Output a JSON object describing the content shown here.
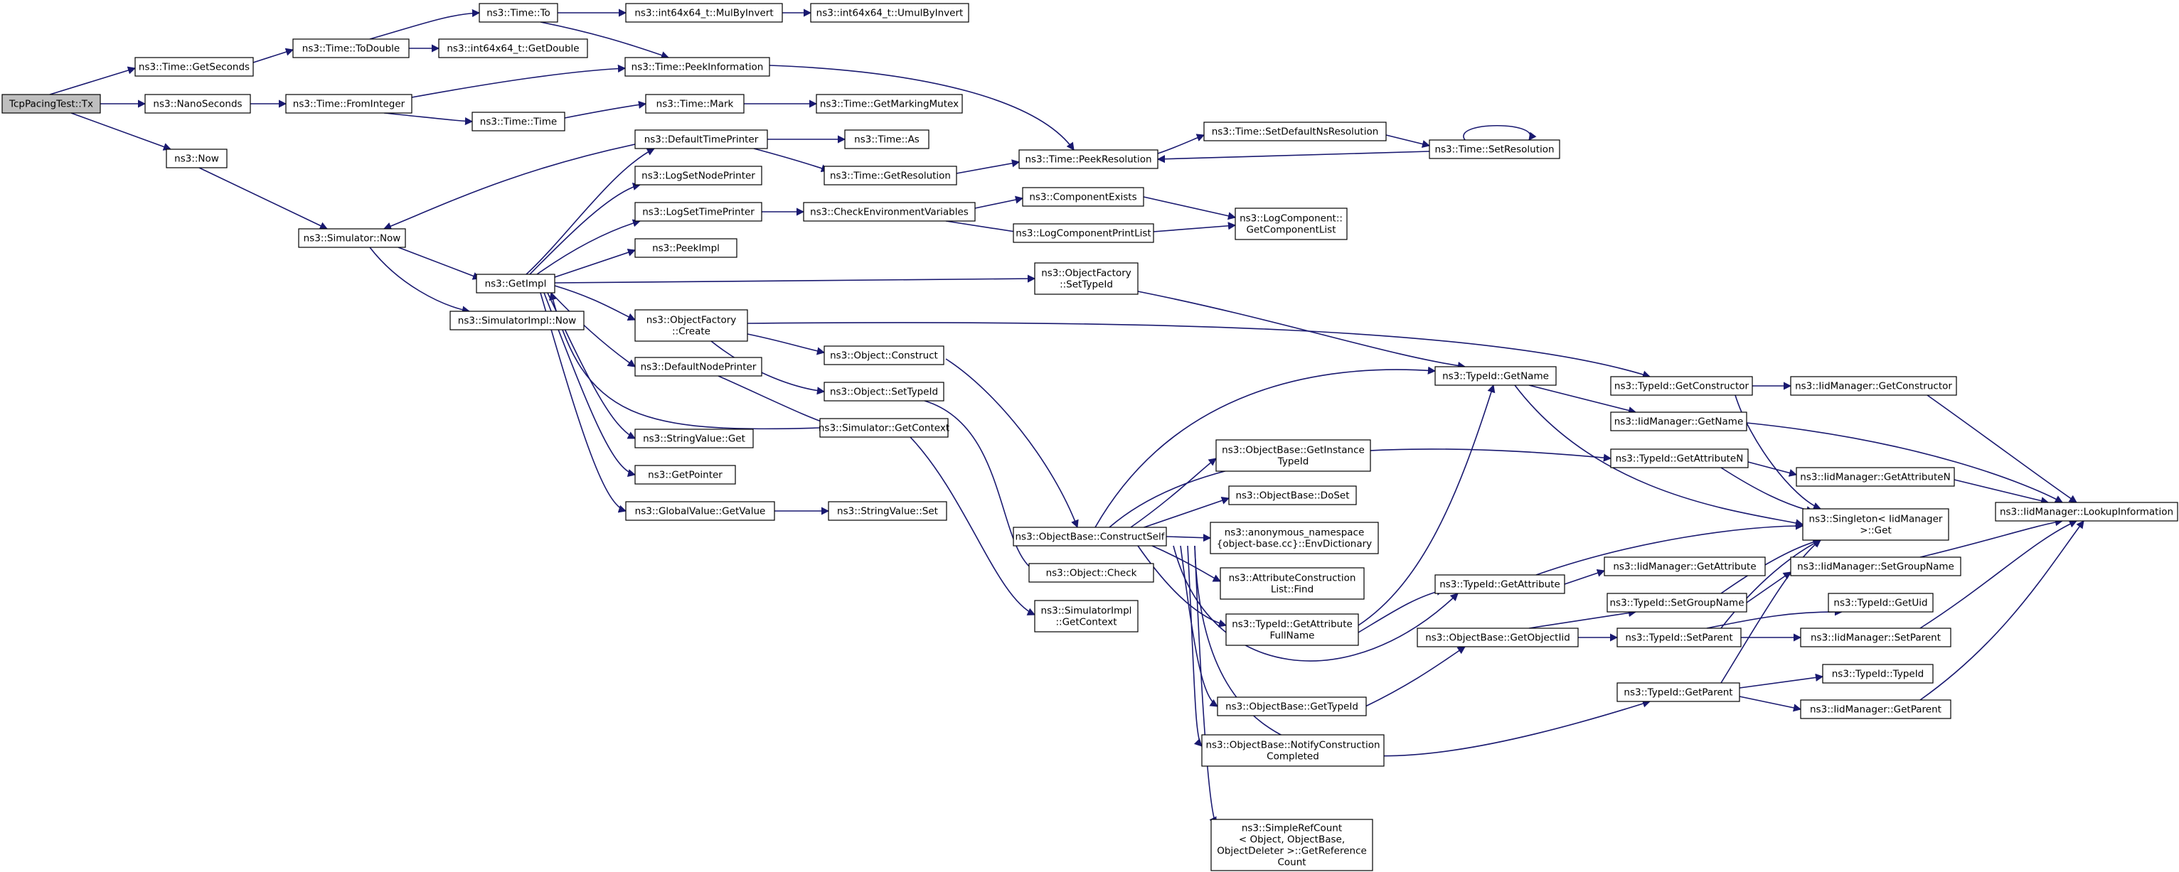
{
  "graph": {
    "title": "",
    "colors": {
      "edge": "#191970",
      "root_fill": "#bfbfbf",
      "node_fill": "#ffffff",
      "node_border": "#000000"
    },
    "nodes": [
      {
        "id": "tx",
        "lines": [
          "TcpPacingTest::Tx"
        ],
        "root": true
      },
      {
        "id": "getseconds",
        "lines": [
          "ns3::Time::GetSeconds"
        ]
      },
      {
        "id": "nanoseconds",
        "lines": [
          "ns3::NanoSeconds"
        ]
      },
      {
        "id": "now",
        "lines": [
          "ns3::Now"
        ]
      },
      {
        "id": "todouble",
        "lines": [
          "ns3::Time::ToDouble"
        ]
      },
      {
        "id": "to",
        "lines": [
          "ns3::Time::To"
        ]
      },
      {
        "id": "getdouble",
        "lines": [
          "ns3::int64x64_t::GetDouble"
        ]
      },
      {
        "id": "mulbyinvert",
        "lines": [
          "ns3::int64x64_t::MulByInvert"
        ]
      },
      {
        "id": "umulbyinvert",
        "lines": [
          "ns3::int64x64_t::UmulByInvert"
        ]
      },
      {
        "id": "peekinformation",
        "lines": [
          "ns3::Time::PeekInformation"
        ]
      },
      {
        "id": "frominteger",
        "lines": [
          "ns3::Time::FromInteger"
        ]
      },
      {
        "id": "timector",
        "lines": [
          "ns3::Time::Time"
        ]
      },
      {
        "id": "mark",
        "lines": [
          "ns3::Time::Mark"
        ]
      },
      {
        "id": "getmarkingmutex",
        "lines": [
          "ns3::Time::GetMarkingMutex"
        ]
      },
      {
        "id": "simnow",
        "lines": [
          "ns3::Simulator::Now"
        ]
      },
      {
        "id": "getimpl",
        "lines": [
          "ns3::GetImpl"
        ]
      },
      {
        "id": "simimplnow",
        "lines": [
          "ns3::SimulatorImpl::Now"
        ]
      },
      {
        "id": "defaulttimeprinter",
        "lines": [
          "ns3::DefaultTimePrinter"
        ]
      },
      {
        "id": "logsetnodeprinter",
        "lines": [
          "ns3::LogSetNodePrinter"
        ]
      },
      {
        "id": "logsettimeprinter",
        "lines": [
          "ns3::LogSetTimePrinter"
        ]
      },
      {
        "id": "peekimpl",
        "lines": [
          "ns3::PeekImpl"
        ]
      },
      {
        "id": "ofcreate",
        "lines": [
          "ns3::ObjectFactory",
          "::Create"
        ]
      },
      {
        "id": "defaultnodeprinter",
        "lines": [
          "ns3::DefaultNodePrinter"
        ]
      },
      {
        "id": "stringvalueget",
        "lines": [
          "ns3::StringValue::Get"
        ]
      },
      {
        "id": "getpointer",
        "lines": [
          "ns3::GetPointer"
        ]
      },
      {
        "id": "globalvalueget",
        "lines": [
          "ns3::GlobalValue::GetValue"
        ]
      },
      {
        "id": "stringvalueset",
        "lines": [
          "ns3::StringValue::Set"
        ]
      },
      {
        "id": "timeas",
        "lines": [
          "ns3::Time::As"
        ]
      },
      {
        "id": "getresolution",
        "lines": [
          "ns3::Time::GetResolution"
        ]
      },
      {
        "id": "checkenv",
        "lines": [
          "ns3::CheckEnvironmentVariables"
        ]
      },
      {
        "id": "objconstruct",
        "lines": [
          "ns3::Object::Construct"
        ]
      },
      {
        "id": "objsettypeid",
        "lines": [
          "ns3::Object::SetTypeId"
        ]
      },
      {
        "id": "simgetcontext",
        "lines": [
          "ns3::Simulator::GetContext"
        ]
      },
      {
        "id": "peekresolution",
        "lines": [
          "ns3::Time::PeekResolution"
        ]
      },
      {
        "id": "setdefaultns",
        "lines": [
          "ns3::Time::SetDefaultNsResolution"
        ]
      },
      {
        "id": "setresolution",
        "lines": [
          "ns3::Time::SetResolution"
        ]
      },
      {
        "id": "componentexists",
        "lines": [
          "ns3::ComponentExists"
        ]
      },
      {
        "id": "logcomponentprintlist",
        "lines": [
          "ns3::LogComponentPrintList"
        ]
      },
      {
        "id": "getcomponentlist",
        "lines": [
          "ns3::LogComponent::",
          "GetComponentList"
        ]
      },
      {
        "id": "ofsettypeid",
        "lines": [
          "ns3::ObjectFactory",
          "::SetTypeId"
        ]
      },
      {
        "id": "constructself",
        "lines": [
          "ns3::ObjectBase::ConstructSelf"
        ]
      },
      {
        "id": "objcheck",
        "lines": [
          "ns3::Object::Check"
        ]
      },
      {
        "id": "simimplgetcontext",
        "lines": [
          "ns3::SimulatorImpl",
          "::GetContext"
        ]
      },
      {
        "id": "getinstancetypeid",
        "lines": [
          "ns3::ObjectBase::GetInstance",
          "TypeId"
        ]
      },
      {
        "id": "doset",
        "lines": [
          "ns3::ObjectBase::DoSet"
        ]
      },
      {
        "id": "envdictionary",
        "lines": [
          "ns3::anonymous_namespace",
          "{object-base.cc}::EnvDictionary"
        ]
      },
      {
        "id": "attrconstructfind",
        "lines": [
          "ns3::AttributeConstruction",
          "List::Find"
        ]
      },
      {
        "id": "getattrfullname",
        "lines": [
          "ns3::TypeId::GetAttribute",
          "FullName"
        ]
      },
      {
        "id": "obgettypeid",
        "lines": [
          "ns3::ObjectBase::GetTypeId"
        ]
      },
      {
        "id": "notifyconstruction",
        "lines": [
          "ns3::ObjectBase::NotifyConstruction",
          "Completed"
        ]
      },
      {
        "id": "getreferencecount",
        "lines": [
          "ns3::SimpleRefCount",
          "< Object, ObjectBase,",
          "ObjectDeleter >::GetReference",
          "Count"
        ]
      },
      {
        "id": "typeidgetname",
        "lines": [
          "ns3::TypeId::GetName"
        ]
      },
      {
        "id": "typeidgetattribute",
        "lines": [
          "ns3::TypeId::GetAttribute"
        ]
      },
      {
        "id": "getobjectiid",
        "lines": [
          "ns3::ObjectBase::GetObjectIid"
        ]
      },
      {
        "id": "getconstructor",
        "lines": [
          "ns3::TypeId::GetConstructor"
        ]
      },
      {
        "id": "iidgetname",
        "lines": [
          "ns3::IidManager::GetName"
        ]
      },
      {
        "id": "getattributen",
        "lines": [
          "ns3::TypeId::GetAttributeN"
        ]
      },
      {
        "id": "iidgetattribute",
        "lines": [
          "ns3::IidManager::GetAttribute"
        ]
      },
      {
        "id": "setgroupname",
        "lines": [
          "ns3::TypeId::SetGroupName"
        ]
      },
      {
        "id": "setparent",
        "lines": [
          "ns3::TypeId::SetParent"
        ]
      },
      {
        "id": "getparent",
        "lines": [
          "ns3::TypeId::GetParent"
        ]
      },
      {
        "id": "iidgetconstructor",
        "lines": [
          "ns3::IidManager::GetConstructor"
        ]
      },
      {
        "id": "iidgetattributen",
        "lines": [
          "ns3::IidManager::GetAttributeN"
        ]
      },
      {
        "id": "singletonget",
        "lines": [
          "ns3::Singleton< IidManager",
          " >::Get"
        ]
      },
      {
        "id": "iidsetgroupname",
        "lines": [
          "ns3::IidManager::SetGroupName"
        ]
      },
      {
        "id": "typeidgetuid",
        "lines": [
          "ns3::TypeId::GetUid"
        ]
      },
      {
        "id": "iidsetparent",
        "lines": [
          "ns3::IidManager::SetParent"
        ]
      },
      {
        "id": "typeidtypeid",
        "lines": [
          "ns3::TypeId::TypeId"
        ]
      },
      {
        "id": "iidgetparent",
        "lines": [
          "ns3::IidManager::GetParent"
        ]
      },
      {
        "id": "lookupinformation",
        "lines": [
          "ns3::IidManager::LookupInformation"
        ]
      }
    ]
  }
}
